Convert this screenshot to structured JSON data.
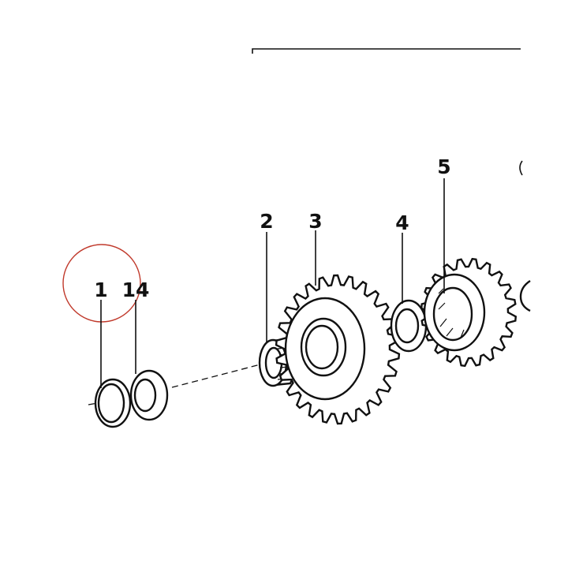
{
  "diagram": {
    "callouts": {
      "part_1": "1",
      "part_14": "14",
      "part_2": "2",
      "part_3": "3",
      "part_4": "4",
      "part_5": "5"
    },
    "highlight_color": "#c0392b",
    "ink_color": "#111111"
  }
}
